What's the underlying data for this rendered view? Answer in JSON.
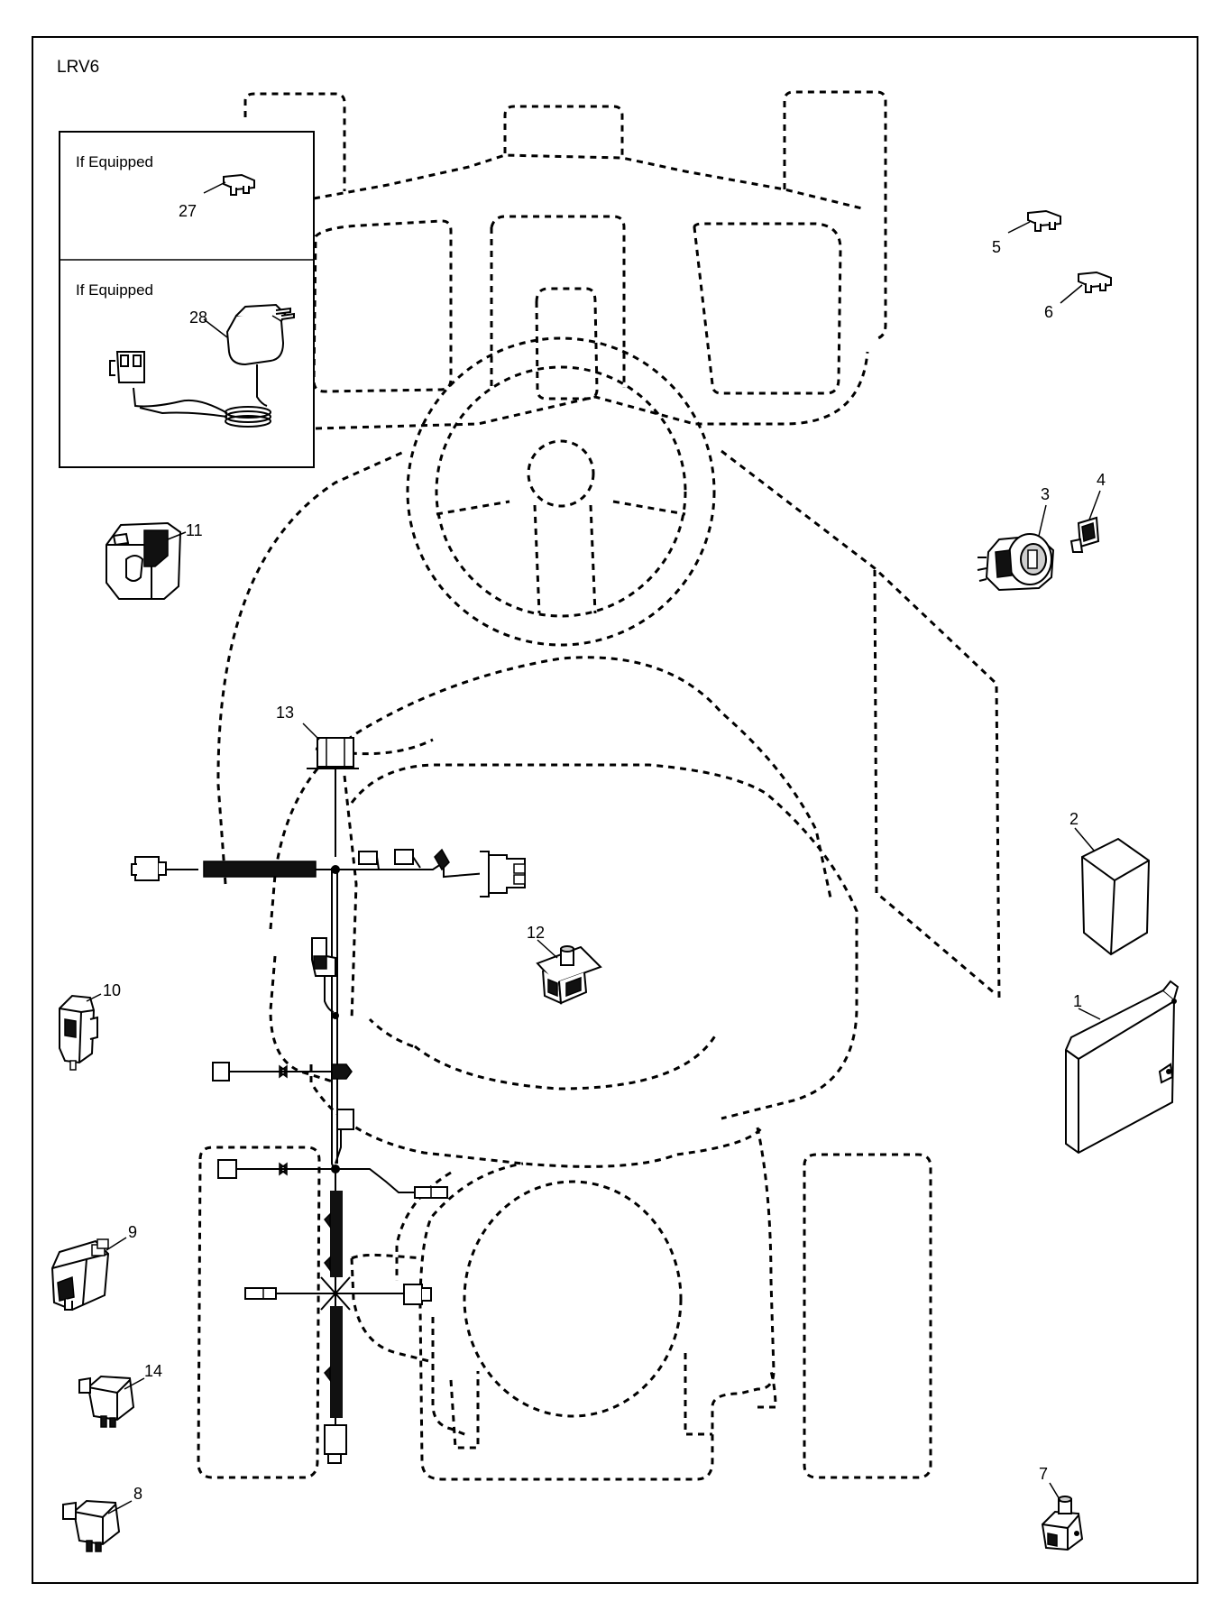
{
  "diagram_code": "LRV6",
  "inset": {
    "top_label": "If Equipped",
    "bottom_label": "If Equipped"
  },
  "callouts": [
    {
      "id": "p1",
      "number": "1",
      "part": "battery"
    },
    {
      "id": "p2",
      "number": "2",
      "part": "battery-cover"
    },
    {
      "id": "p3",
      "number": "3",
      "part": "ignition-switch"
    },
    {
      "id": "p4",
      "number": "4",
      "part": "ignition-key"
    },
    {
      "id": "p5",
      "number": "5",
      "part": "fuse"
    },
    {
      "id": "p6",
      "number": "6",
      "part": "fuse"
    },
    {
      "id": "p7",
      "number": "7",
      "part": "plunger-switch"
    },
    {
      "id": "p8",
      "number": "8",
      "part": "relay"
    },
    {
      "id": "p9",
      "number": "9",
      "part": "seat-switch"
    },
    {
      "id": "p10",
      "number": "10",
      "part": "connector"
    },
    {
      "id": "p11",
      "number": "11",
      "part": "module"
    },
    {
      "id": "p12",
      "number": "12",
      "part": "rocker-switch"
    },
    {
      "id": "p13",
      "number": "13",
      "part": "harness-clip"
    },
    {
      "id": "p14",
      "number": "14",
      "part": "relay"
    },
    {
      "id": "p27",
      "number": "27",
      "part": "fuse"
    },
    {
      "id": "p28",
      "number": "28",
      "part": "charger"
    }
  ]
}
